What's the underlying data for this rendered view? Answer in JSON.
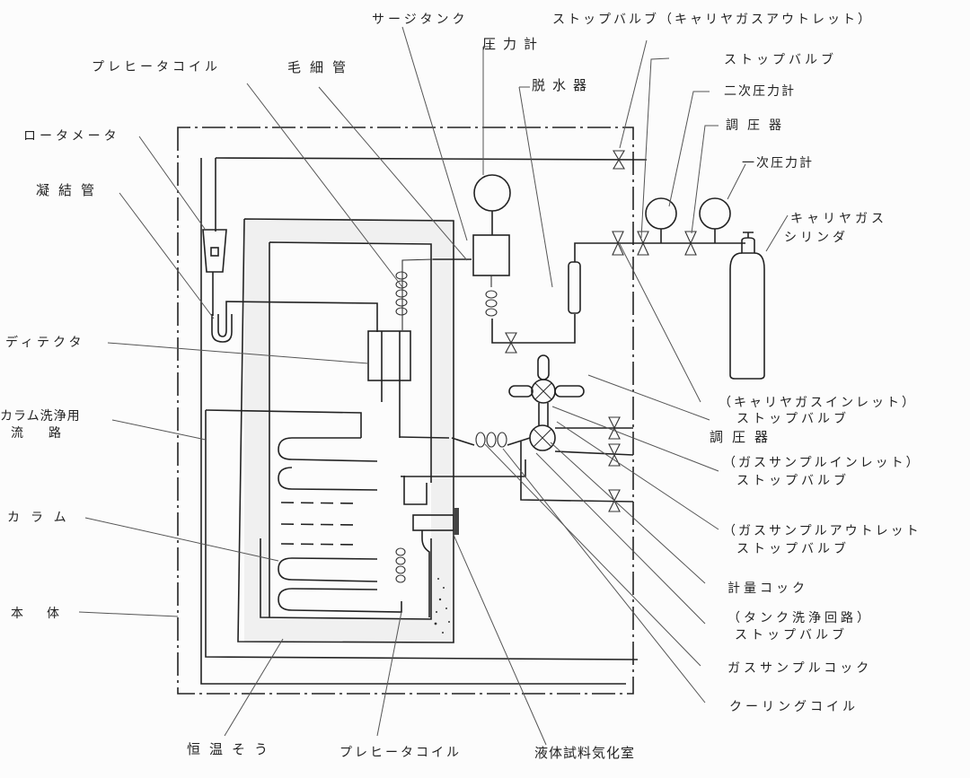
{
  "figure": {
    "type": "gas chromatograph schematic",
    "labels": {
      "surge_tank": "サージタンク",
      "stop_valve_carrier_outlet": "ストップバルブ（キャリヤガスアウトレット）",
      "pressure_gauge": "圧力計",
      "dehydrator": "脱水器",
      "preheater_coil_top": "プレヒータコイル",
      "capillary": "毛細管",
      "stop_valve": "ストップバルブ",
      "secondary_pressure_gauge": "二次圧力計",
      "regulator_top": "調圧器",
      "primary_pressure_gauge": "一次圧力計",
      "rotameter": "ロータメータ",
      "condenser_tube": "凝結管",
      "carrier_gas_cylinder_line1": "キャリヤガス",
      "carrier_gas_cylinder_line2": "シリンダ",
      "detector": "ディテクタ",
      "column_flush_line1": "カラム洗浄用",
      "column_flush_line2": "流　　路",
      "column": "カラム",
      "body": "本　体",
      "carrier_inlet_valve_line1": "（キャリヤガスインレット）",
      "carrier_inlet_valve_line2": "ストップバルブ",
      "regulator_right": "調圧器",
      "gas_sample_inlet_line1": "（ガスサンプルインレット）",
      "gas_sample_inlet_line2": "ストップバルブ",
      "gas_sample_outlet_line1": "（ガスサンプルアウトレット",
      "gas_sample_outlet_line2": "ストップバルブ",
      "metering_cock": "計量コック",
      "tank_flush_line1": "（タンク洗浄回路）",
      "tank_flush_line2": "ストップバルブ",
      "gas_sample_cock": "ガスサンプルコック",
      "cooling_coil": "クーリングコイル",
      "thermostat_bath": "恒温そう",
      "preheater_coil_bottom": "プレヒータコイル",
      "liquid_vaporizer": "液体試料気化室"
    }
  }
}
